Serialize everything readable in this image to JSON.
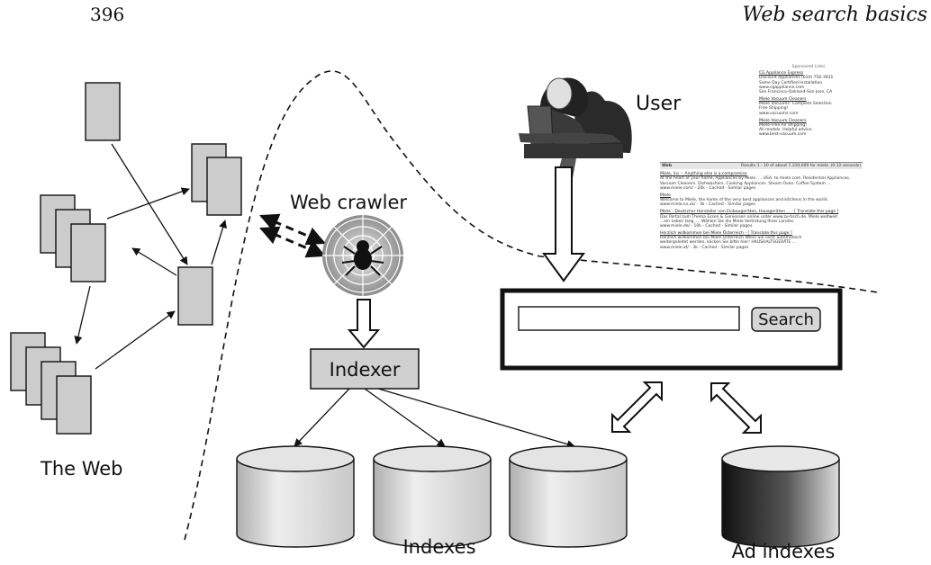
{
  "page_header": {
    "page_number": "396",
    "chapter_title": "Web search basics"
  },
  "diagram": {
    "labels": {
      "the_web": "The Web",
      "web_crawler": "Web crawler",
      "indexer": "Indexer",
      "indexes": "Indexes",
      "ad_indexes": "Ad indexes",
      "user": "User",
      "search_button": "Search"
    },
    "search_box": {
      "value": ""
    },
    "serp": {
      "sponsored": {
        "heading": "Sponsored Links",
        "ads": [
          {
            "title": "CG Appliance Express",
            "lines": [
              "Discount Appliances (650) 756-3931",
              "Same Day Certified Installation",
              "www.cgappliance.com",
              "San Francisco-Oakland-San Jose, CA"
            ]
          },
          {
            "title": "Miele Vacuum Cleaners",
            "lines": [
              "Miele Vacuums- Complete Selection",
              "Free Shipping!",
              "www.vacuums.com"
            ]
          },
          {
            "title": "Miele Vacuum Cleaners",
            "lines": [
              "Miele-Free Air shipping!",
              "All models. Helpful advice.",
              "www.best-vacuum.com"
            ]
          }
        ]
      },
      "results_bar": {
        "left": "Web",
        "right": "Results 1 - 10 of about 7,310,000 for miele. (0.12 seconds)"
      },
      "results": [
        {
          "title": "Miele, Inc -- Anything else is a compromise",
          "lines": [
            "At the heart of your home, Appliances by Miele. ... USA. to miele.com. Residential Appliances.",
            "Vacuum Cleaners. Dishwashers. Cooking Appliances. Steam Oven. Coffee System ...",
            "www.miele.com/ - 20k - Cached - Similar pages"
          ]
        },
        {
          "title": "Miele",
          "lines": [
            "Welcome to Miele, the home of the very best appliances and kitchens in the world.",
            "www.miele.co.uk/ - 3k - Cached - Similar pages"
          ]
        },
        {
          "title": "Miele - Deutscher Hersteller von Einbaugeräten, Hausgeräten ... - [ Translate this page ]",
          "lines": [
            "Das Portal zum Thema Essen & Geniessen online unter www.zu-tisch.de. Miele weltweit",
            "...ein Leben lang. ... Wählen Sie die Miele Vertretung Ihres Landes.",
            "www.miele.de/ - 10k - Cached - Similar pages"
          ]
        },
        {
          "title": "Herzlich willkommen bei Miele Österreich - [ Translate this page ]",
          "lines": [
            "Herzlich willkommen bei Miele Österreich Wenn Sie nicht automatisch",
            "weitergeleitet werden, klicken Sie bitte hier! HAUSHALTSGERÄTE ...",
            "www.miele.at/ - 3k - Cached - Similar pages"
          ]
        }
      ]
    }
  }
}
